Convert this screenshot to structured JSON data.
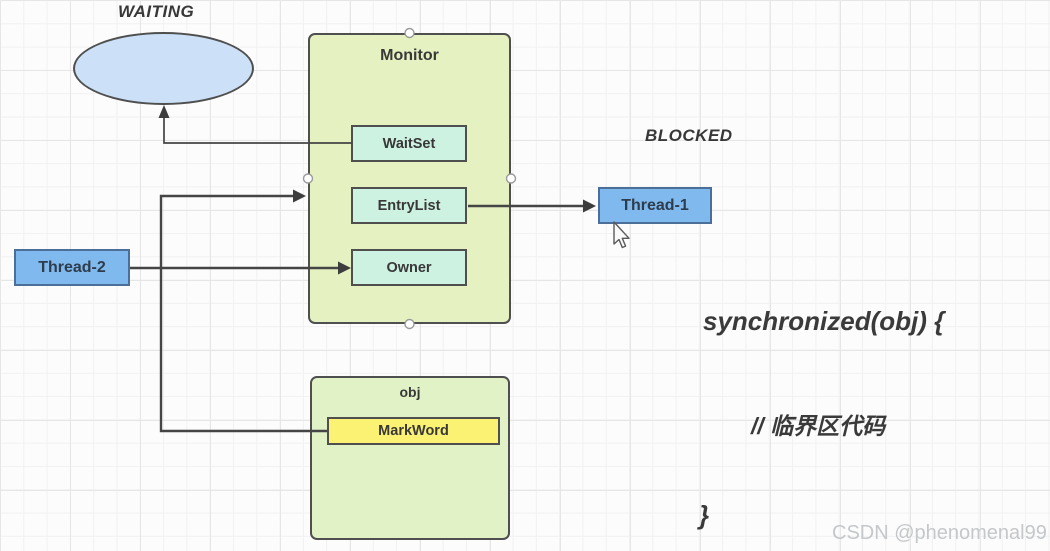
{
  "diagram": {
    "states": {
      "waiting": "WAITING",
      "blocked": "BLOCKED"
    },
    "monitor": {
      "title": "Monitor",
      "fields": [
        {
          "label": "WaitSet"
        },
        {
          "label": "EntryList"
        },
        {
          "label": "Owner"
        }
      ]
    },
    "threads": [
      {
        "label": "Thread-1"
      },
      {
        "label": "Thread-2"
      }
    ],
    "obj": {
      "title": "obj",
      "markword_label": "MarkWord"
    },
    "connectors": [
      {
        "name": "waitset-to-waiting"
      },
      {
        "name": "markword-to-monitor"
      },
      {
        "name": "thread2-to-owner"
      },
      {
        "name": "entrylist-to-thread1"
      }
    ],
    "code": {
      "line1": "synchronized(obj) {",
      "line2": "// 临界区代码",
      "line3": "}"
    },
    "watermark": "CSDN @phenomenal99",
    "colors": {
      "monitor_fill": "#e5f1c1",
      "obj_fill": "#e1f2c7",
      "field_fill": "#cdf2e2",
      "markword_fill": "#fbf173",
      "thread_fill": "#7fb9ee",
      "thread_border": "#4c6f99",
      "ellipse_fill": "#cce1f7",
      "shape_border": "#4f4f4f",
      "connector": "#454545",
      "annotation_text": "#3a3a3a",
      "watermark_text": "#c4c8cb"
    }
  }
}
